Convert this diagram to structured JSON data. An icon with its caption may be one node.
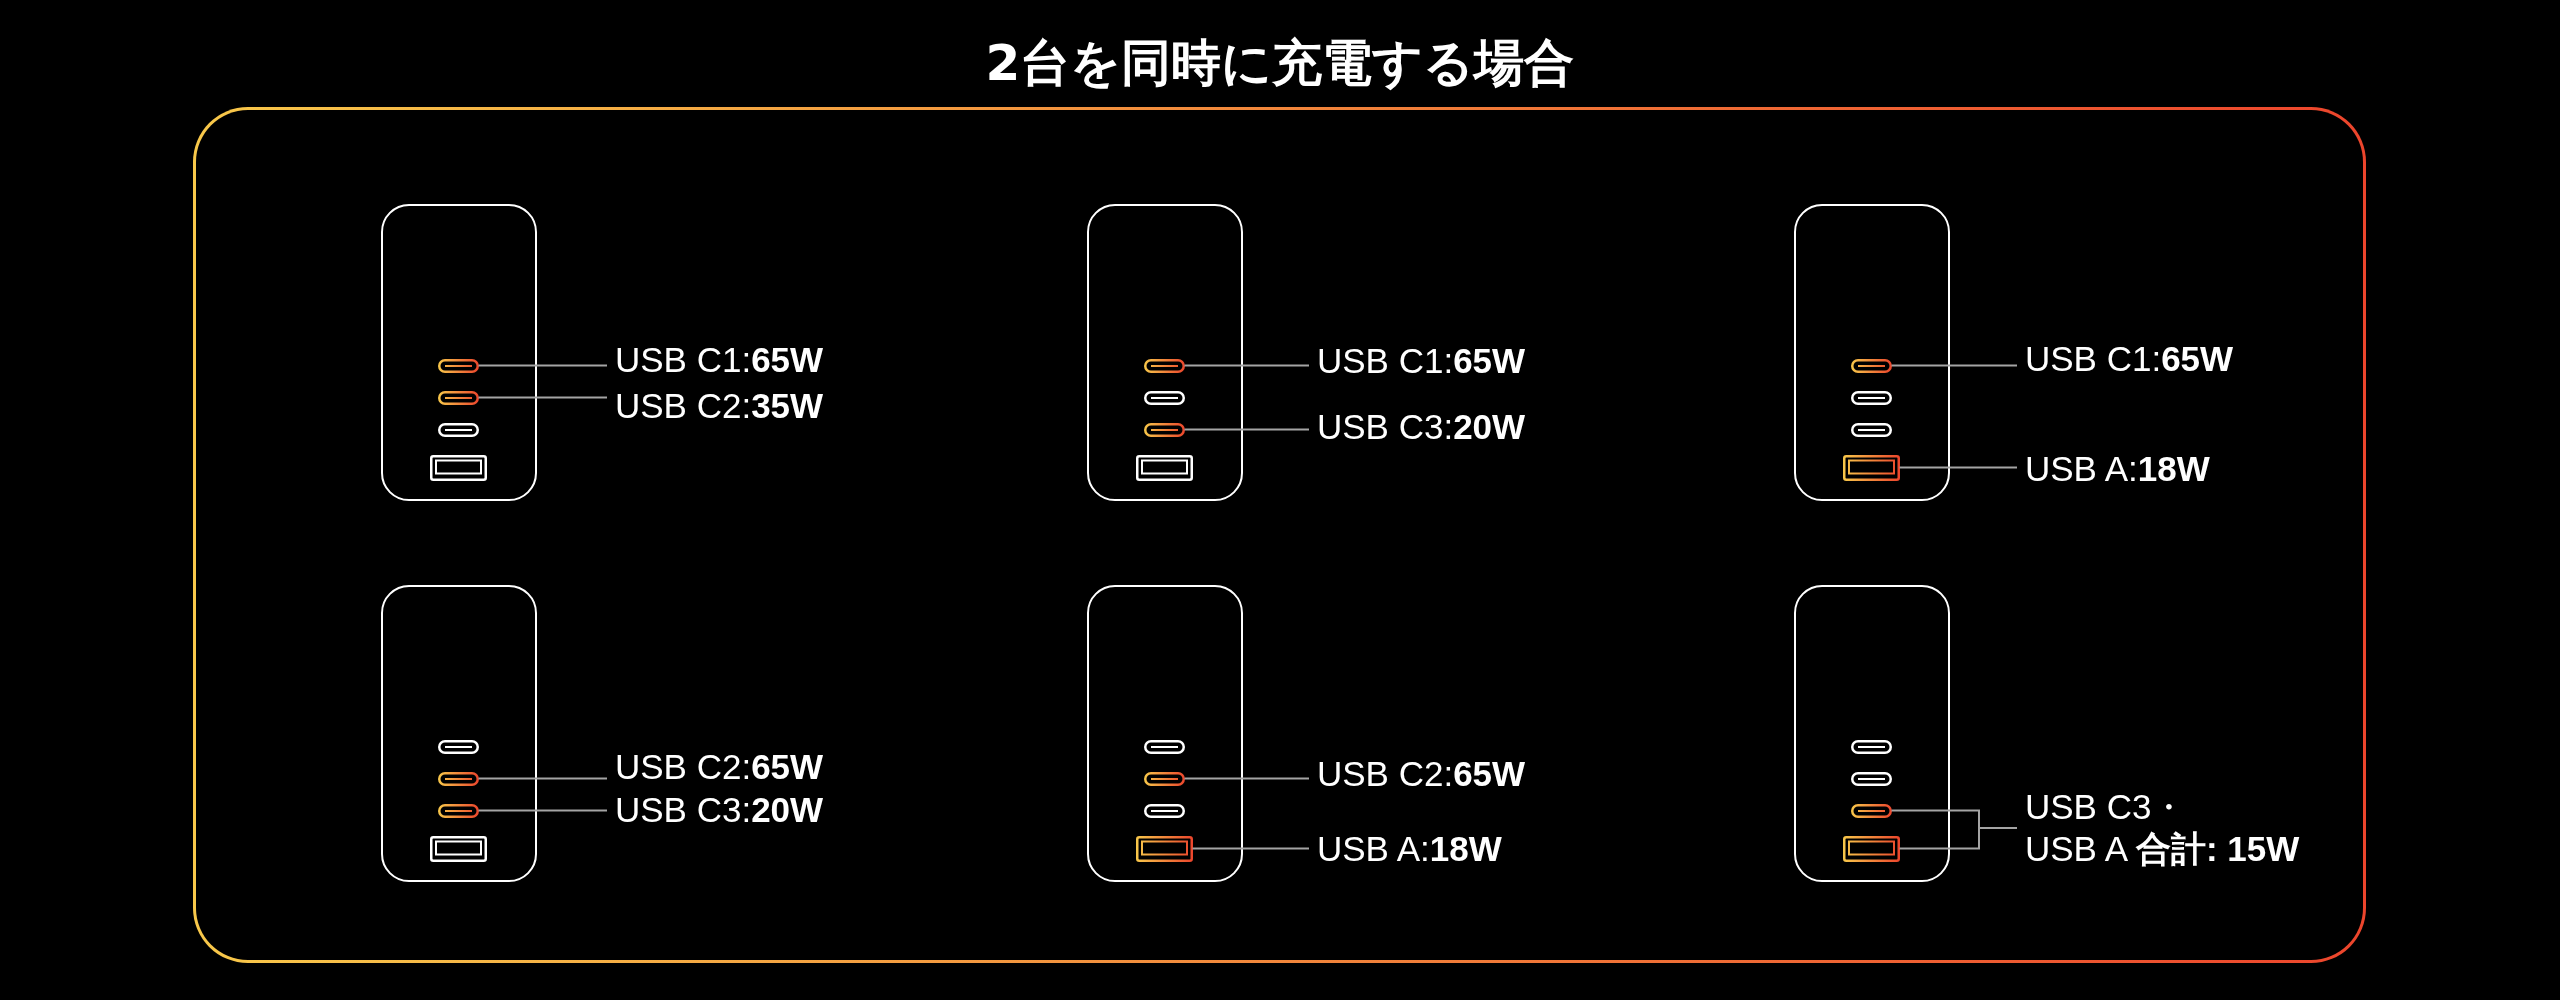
{
  "diagram": {
    "title": "2台を同時に充電する場合",
    "nodes": [
      {
        "text": [],
        "shape": "box"
      },
      {
        "text": [],
        "shape": "box",
        "in": 0
      },
      {
        "text": [],
        "shape": "capsule",
        "in": 1
      },
      {
        "text": [],
        "shape": "capsule",
        "in": 1
      },
      {
        "text": [
          "USB C1:**65W**"
        ],
        "in": 0
      },
      {
        "text": [
          "USB C2:**35W**"
        ],
        "in": 0
      },
      {
        "text": [],
        "shape": "box",
        "in": 0
      },
      {
        "text": [],
        "shape": "capsule",
        "in": 6
      },
      {
        "text": [],
        "shape": "capsule",
        "in": 6
      },
      {
        "text": [
          "USB C1:**65W**"
        ],
        "in": 0
      },
      {
        "text": [
          "USB C3:**20W**"
        ],
        "in": 0
      },
      {
        "text": [],
        "shape": "box",
        "in": 0
      },
      {
        "text": [],
        "shape": "capsule",
        "in": 11
      },
      {
        "text": [],
        "shape": "box",
        "in": 11
      },
      {
        "text": [
          "USB C1:**65W**"
        ],
        "in": 0
      },
      {
        "text": [
          "USB A:**18W**"
        ],
        "in": 0
      },
      {
        "text": [],
        "shape": "box",
        "in": 0
      },
      {
        "text": [],
        "shape": "capsule",
        "in": 16
      },
      {
        "text": [],
        "shape": "capsule",
        "in": 16
      },
      {
        "text": [
          "USB C2:**65W**"
        ],
        "in": 0
      },
      {
        "text": [
          "USB C3:**20W**"
        ],
        "in": 0
      },
      {
        "text": [],
        "shape": "box",
        "in": 0
      },
      {
        "text": [],
        "shape": "capsule",
        "in": 21
      },
      {
        "text": [],
        "shape": "box",
        "in": 21
      },
      {
        "text": [
          "USB C2:**65W**"
        ],
        "in": 0
      },
      {
        "text": [
          "USB A:**18W**"
        ],
        "in": 0
      },
      {
        "text": [],
        "shape": "box",
        "in": 0
      },
      {
        "text": [],
        "shape": "capsule",
        "in": 26
      },
      {
        "text": [],
        "shape": "box",
        "in": 26
      },
      {
        "text": [
          "USB C3・ USB A **合計: 15W**"
        ],
        "in": 0
      }
    ],
    "edges": [
      {
        "from": 4,
        "to": 2,
        "arrow": "none"
      },
      {
        "from": 5,
        "to": 3,
        "arrow": "none"
      },
      {
        "from": 9,
        "to": 7,
        "arrow": "none"
      },
      {
        "from": 10,
        "to": 8,
        "arrow": "none"
      },
      {
        "from": 14,
        "to": 12,
        "arrow": "none"
      },
      {
        "from": 15,
        "to": 13,
        "arrow": "none"
      },
      {
        "from": 19,
        "to": 17,
        "arrow": "none"
      },
      {
        "from": 20,
        "to": 18,
        "arrow": "none"
      },
      {
        "from": 24,
        "to": 22,
        "arrow": "none"
      },
      {
        "from": 25,
        "to": 23,
        "arrow": "none"
      },
      {
        "from": 29,
        "to": 27,
        "arrow": "none"
      },
      {
        "from": 29,
        "to": 28,
        "arrow": "none"
      }
    ]
  }
}
